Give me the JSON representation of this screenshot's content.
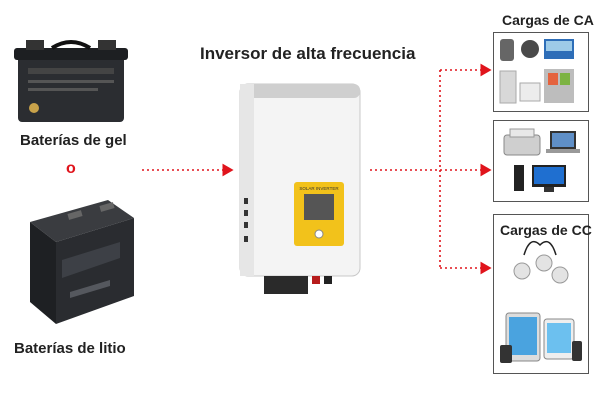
{
  "title": "Inversor de alta frecuencia",
  "left": {
    "gel_label": "Baterías de gel",
    "or_label": "o",
    "lithium_label": "Baterías de litio"
  },
  "right": {
    "ac_title": "Cargas de CA",
    "dc_title": "Cargas de CC"
  },
  "inverter": {
    "panel_text": "SOLAR INVERTER"
  },
  "colors": {
    "arrow": "#e0141c",
    "inverter_body": "#f4f4f4",
    "inverter_panel": "#f2c21b"
  }
}
